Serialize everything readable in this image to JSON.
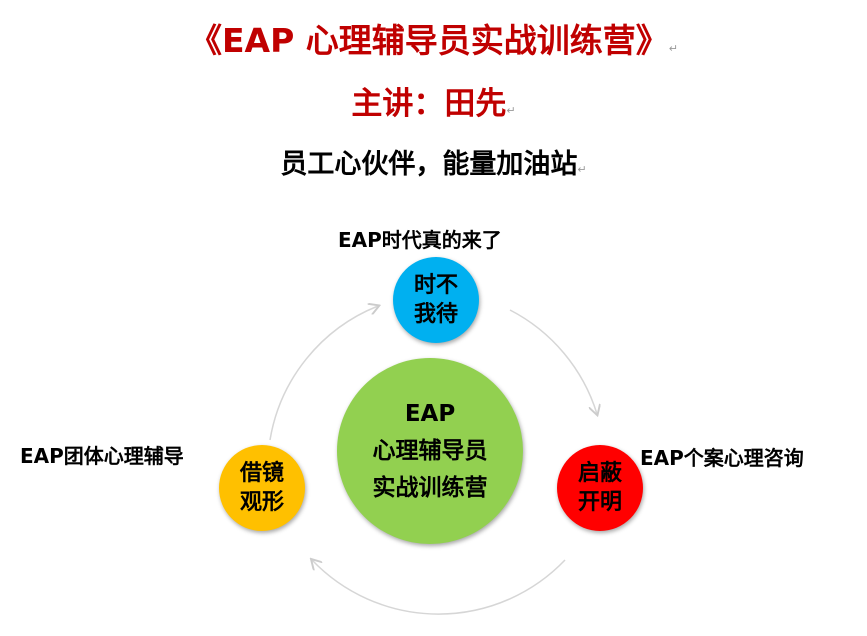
{
  "title": "《EAP 心理辅导员实战训练营》",
  "speaker": "主讲：田先",
  "slogan": "员工心伙伴，能量加油站",
  "return_mark": "↵",
  "center": {
    "line1": "EAP",
    "line2": "心理辅导员",
    "line3": "实战训练营",
    "color": "#92d050"
  },
  "nodes": [
    {
      "label": "EAP时代真的来了",
      "line1": "时不",
      "line2": "我待",
      "color": "#00b0f0"
    },
    {
      "label": "EAP个案心理咨询",
      "line1": "启蔽",
      "line2": "开明",
      "color": "#ff0000"
    },
    {
      "label": "EAP团体心理辅导",
      "line1": "借镜",
      "line2": "观形",
      "color": "#ffc000"
    }
  ]
}
